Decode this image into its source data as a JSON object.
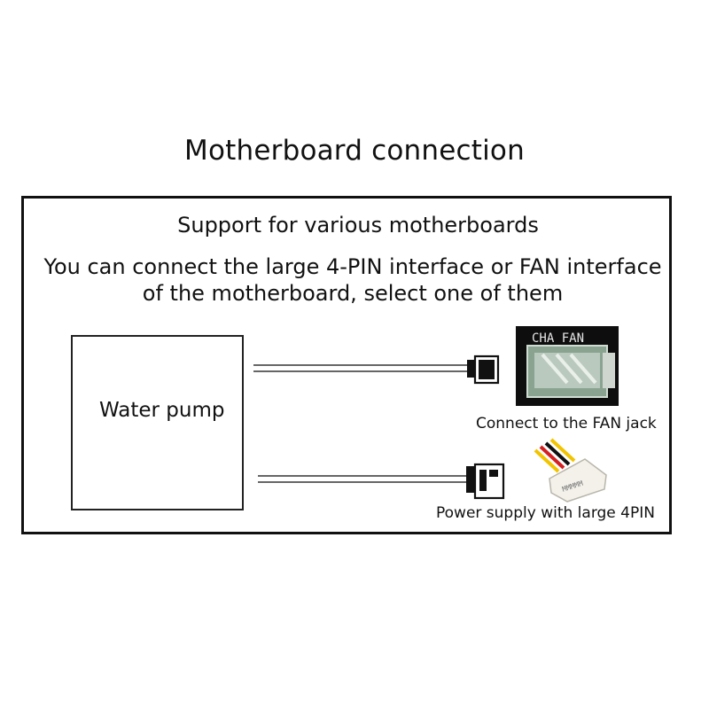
{
  "title": "Motherboard connection",
  "support_text": "Support for various motherboards",
  "description_line1": "You can connect the large 4-PIN interface or FAN interface",
  "description_line2": "of the motherboard, select one of them",
  "pump_label": "Water pump",
  "fan_header_label": "CHA_FAN",
  "molex_marking": "MMMMM",
  "fan_caption": "Connect to the FAN jack",
  "molex_caption": "Power supply with large 4PIN",
  "colors": {
    "wire_yellow": "#f2c400",
    "wire_red": "#d42020",
    "wire_black": "#111111",
    "molex_body": "#f3f1ea",
    "header_green": "#8aa390"
  }
}
